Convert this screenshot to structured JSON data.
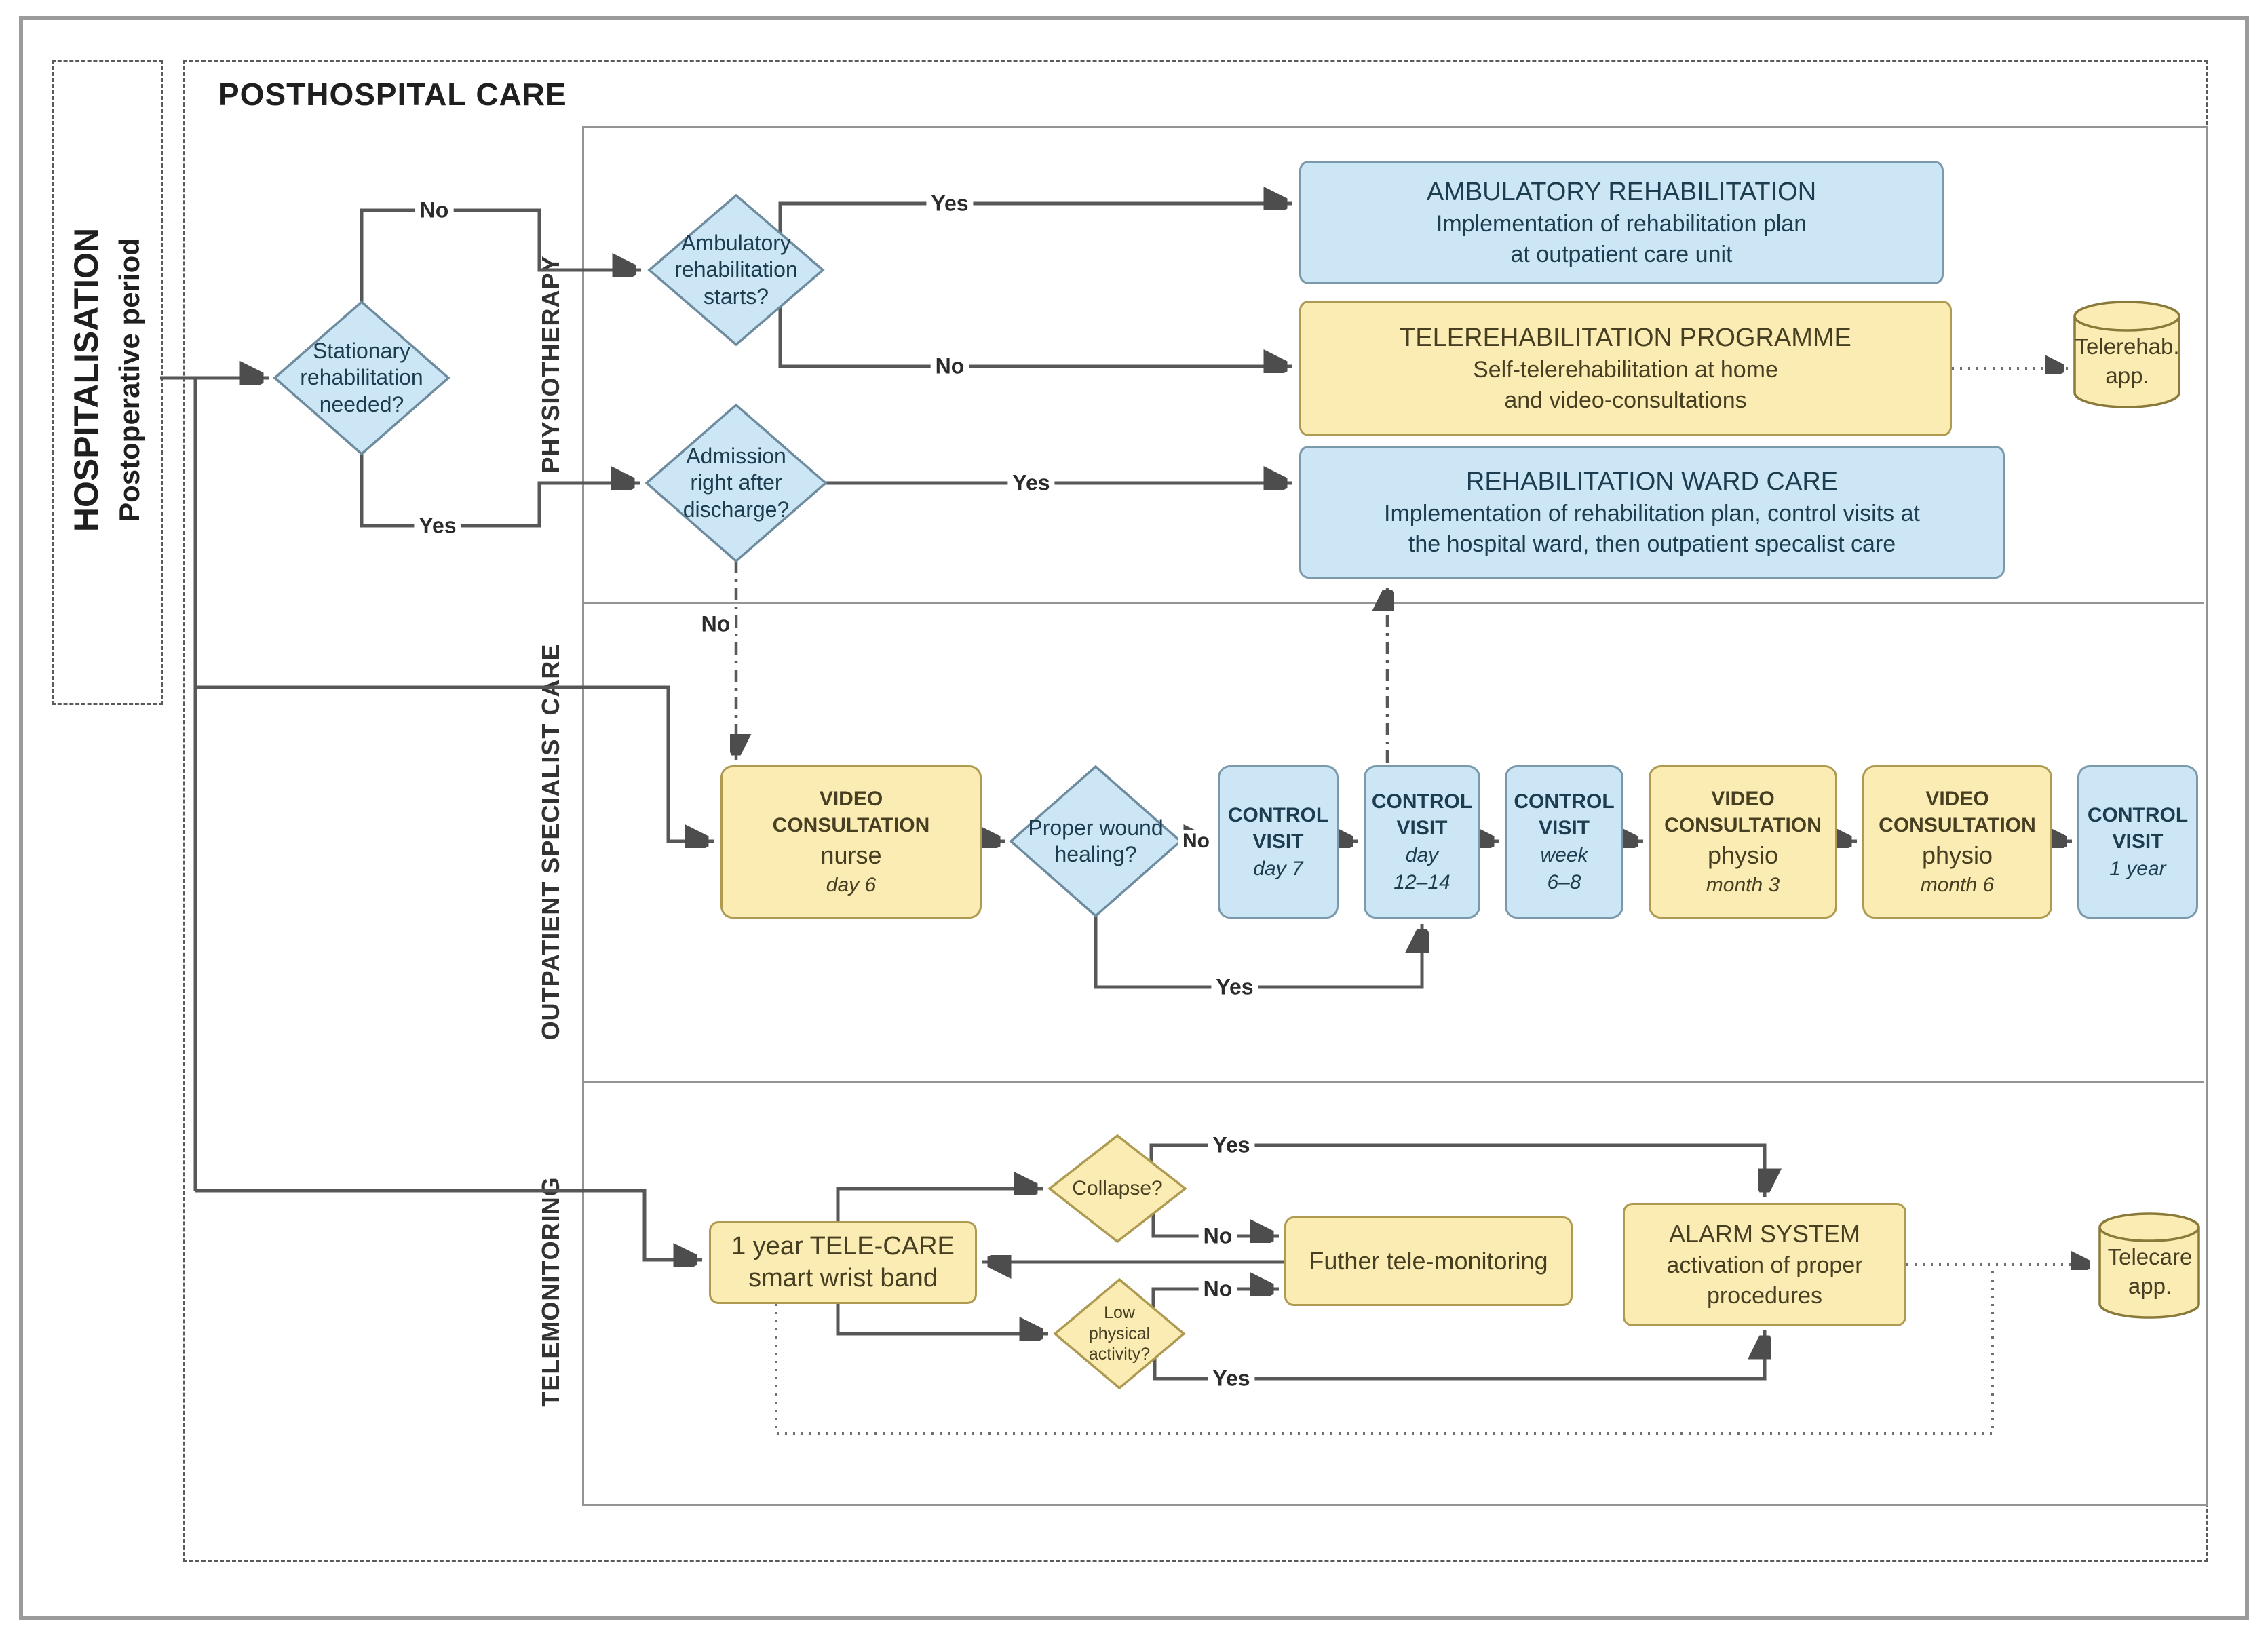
{
  "colors": {
    "blue_fill": "#CDE6F5",
    "blue_stroke": "#7A99AB",
    "blue_text": "#1C3D50",
    "yellow_fill": "#FBECB4",
    "yellow_stroke": "#AE9A50",
    "yellow_text": "#473F22",
    "wire": "#575757",
    "frame": "#9b9b9b"
  },
  "hospital_column": {
    "title": "HOSPITALISATION",
    "subtitle": "Postoperative period"
  },
  "posthospital": {
    "title": "POSTHOSPITAL CARE"
  },
  "lanes": {
    "physiotherapy": "PHYSIOTHERAPY",
    "outpatient": "OUTPATIENT SPECIALIST CARE",
    "telemonitoring": "TELEMONITORING"
  },
  "decisions": {
    "stationary": {
      "line1": "Stationary",
      "line2": "rehabilitation",
      "line3": "needed?"
    },
    "ambulatory": {
      "line1": "Ambulatory",
      "line2": "rehabilitation",
      "line3": "starts?"
    },
    "admission": {
      "line1": "Admission",
      "line2": "right after",
      "line3": "discharge?"
    },
    "wound": {
      "line1": "Proper wound",
      "line2": "healing?"
    },
    "collapse": {
      "line1": "Collapse?"
    },
    "low_activity": {
      "line1": "Low",
      "line2": "physical",
      "line3": "activity?"
    }
  },
  "boxes": {
    "ambulatory_rehab": {
      "title": "AMBULATORY REHABILITATION",
      "line1": "Implementation of rehabilitation plan",
      "line2": "at outpatient care unit"
    },
    "telerehab_programme": {
      "title": "TELEREHABILITATION PROGRAMME",
      "line1": "Self-telerehabilitation at home",
      "line2": "and video-consultations"
    },
    "rehab_ward": {
      "title": "REHABILITATION WARD CARE",
      "line1": "Implementation of rehabilitation plan, control visits at",
      "line2": "the hospital ward, then outpatient specalist care"
    },
    "video_nurse": {
      "title1": "VIDEO",
      "title2": "CONSULTATION",
      "subtitle": "nurse",
      "time": "day 6"
    },
    "cv7": {
      "title1": "CONTROL",
      "title2": "VISIT",
      "time": "day 7"
    },
    "cv12": {
      "title1": "CONTROL",
      "title2": "VISIT",
      "time1": "day",
      "time2": "12–14"
    },
    "cv68": {
      "title1": "CONTROL",
      "title2": "VISIT",
      "time1": "week",
      "time2": "6–8"
    },
    "video_m3": {
      "title1": "VIDEO",
      "title2": "CONSULTATION",
      "subtitle": "physio",
      "time": "month 3"
    },
    "video_m6": {
      "title1": "VIDEO",
      "title2": "CONSULTATION",
      "subtitle": "physio",
      "time": "month 6"
    },
    "cv1y": {
      "title1": "CONTROL",
      "title2": "VISIT",
      "time": "1 year"
    },
    "telecare_band": {
      "line1": "1 year TELE-CARE",
      "line2": "smart wrist band"
    },
    "further": {
      "label": "Futher tele-monitoring"
    },
    "alarm": {
      "title": "ALARM SYSTEM",
      "line1": "activation of proper",
      "line2": "procedures"
    }
  },
  "cylinders": {
    "telerehab": {
      "line1": "Telerehab.",
      "line2": "app."
    },
    "telecare": {
      "line1": "Telecare",
      "line2": "app."
    }
  },
  "edge_labels": {
    "stationary_no": "No",
    "stationary_yes": "Yes",
    "ambulatory_yes": "Yes",
    "ambulatory_no": "No",
    "admission_yes": "Yes",
    "admission_no": "No",
    "wound_no": "No",
    "wound_yes": "Yes",
    "collapse_yes": "Yes",
    "collapse_no": "No",
    "low_activity_no": "No",
    "low_activity_yes": "Yes"
  }
}
